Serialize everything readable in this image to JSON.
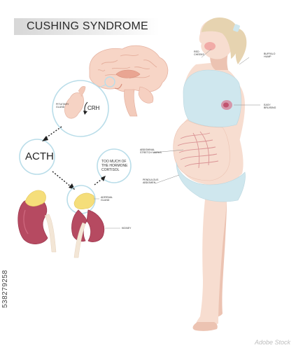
{
  "title": "CUSHING SYNDROME",
  "labels": {
    "crh": "CRH",
    "pituitary": "PITUITARY\nGLAND",
    "acth": "ACTH",
    "cortisol": "TOO MUCH OF\nTHE HORMONE\nCORTISOL",
    "adrenal": "ADRENAL\nGLAND",
    "kidney": "KIDNEY",
    "red_cheeks": "RED\nCHEEKS",
    "buffalo_hump": "BUFFALO\nHUMP",
    "easy_bruising": "EASY\nBRUISING",
    "stretch_marks": "ABDOMINAL\nSTRETCH MARKS",
    "pendulous": "PENDULOUS\nABDOMEN"
  },
  "stock_id": "538279258",
  "watermark": "Adobe Stock",
  "colors": {
    "skin": "#f7ddd0",
    "skin_shadow": "#ecc3b2",
    "cheek": "#ef9a9a",
    "clothes": "#cfe7ee",
    "clothes_edge": "#b9d6df",
    "hair": "#e6d3b0",
    "circle": "#b9dde9",
    "adrenal": "#f5de7a",
    "kidney": "#b64a61",
    "ureter": "#f3e6d6",
    "stretch": "#d5868a",
    "bruise": "#c0546f",
    "text": "#2b2b2b"
  },
  "icons": [
    "brain-icon",
    "pituitary-gland-icon",
    "kidney-icon",
    "adrenal-gland-icon",
    "bruise-icon",
    "person-figure"
  ]
}
